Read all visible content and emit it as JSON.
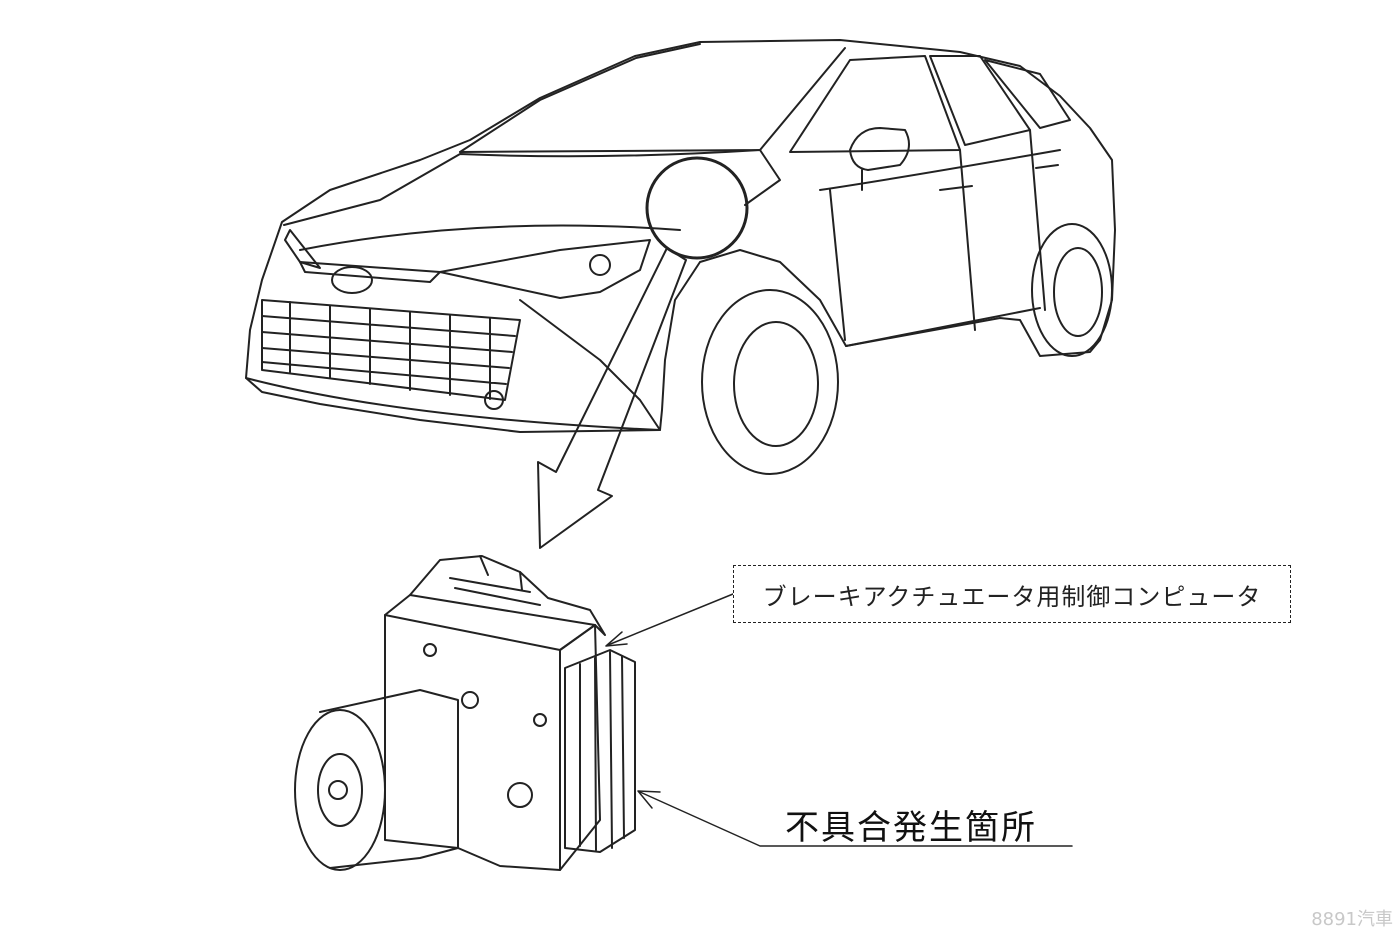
{
  "callouts": {
    "component_label": "ブレーキアクチュエータ用制御コンピュータ",
    "defect_location_label": "不具合発生箇所"
  },
  "watermark": "8891汽車",
  "colors": {
    "line": "#222222",
    "background": "#ffffff"
  }
}
